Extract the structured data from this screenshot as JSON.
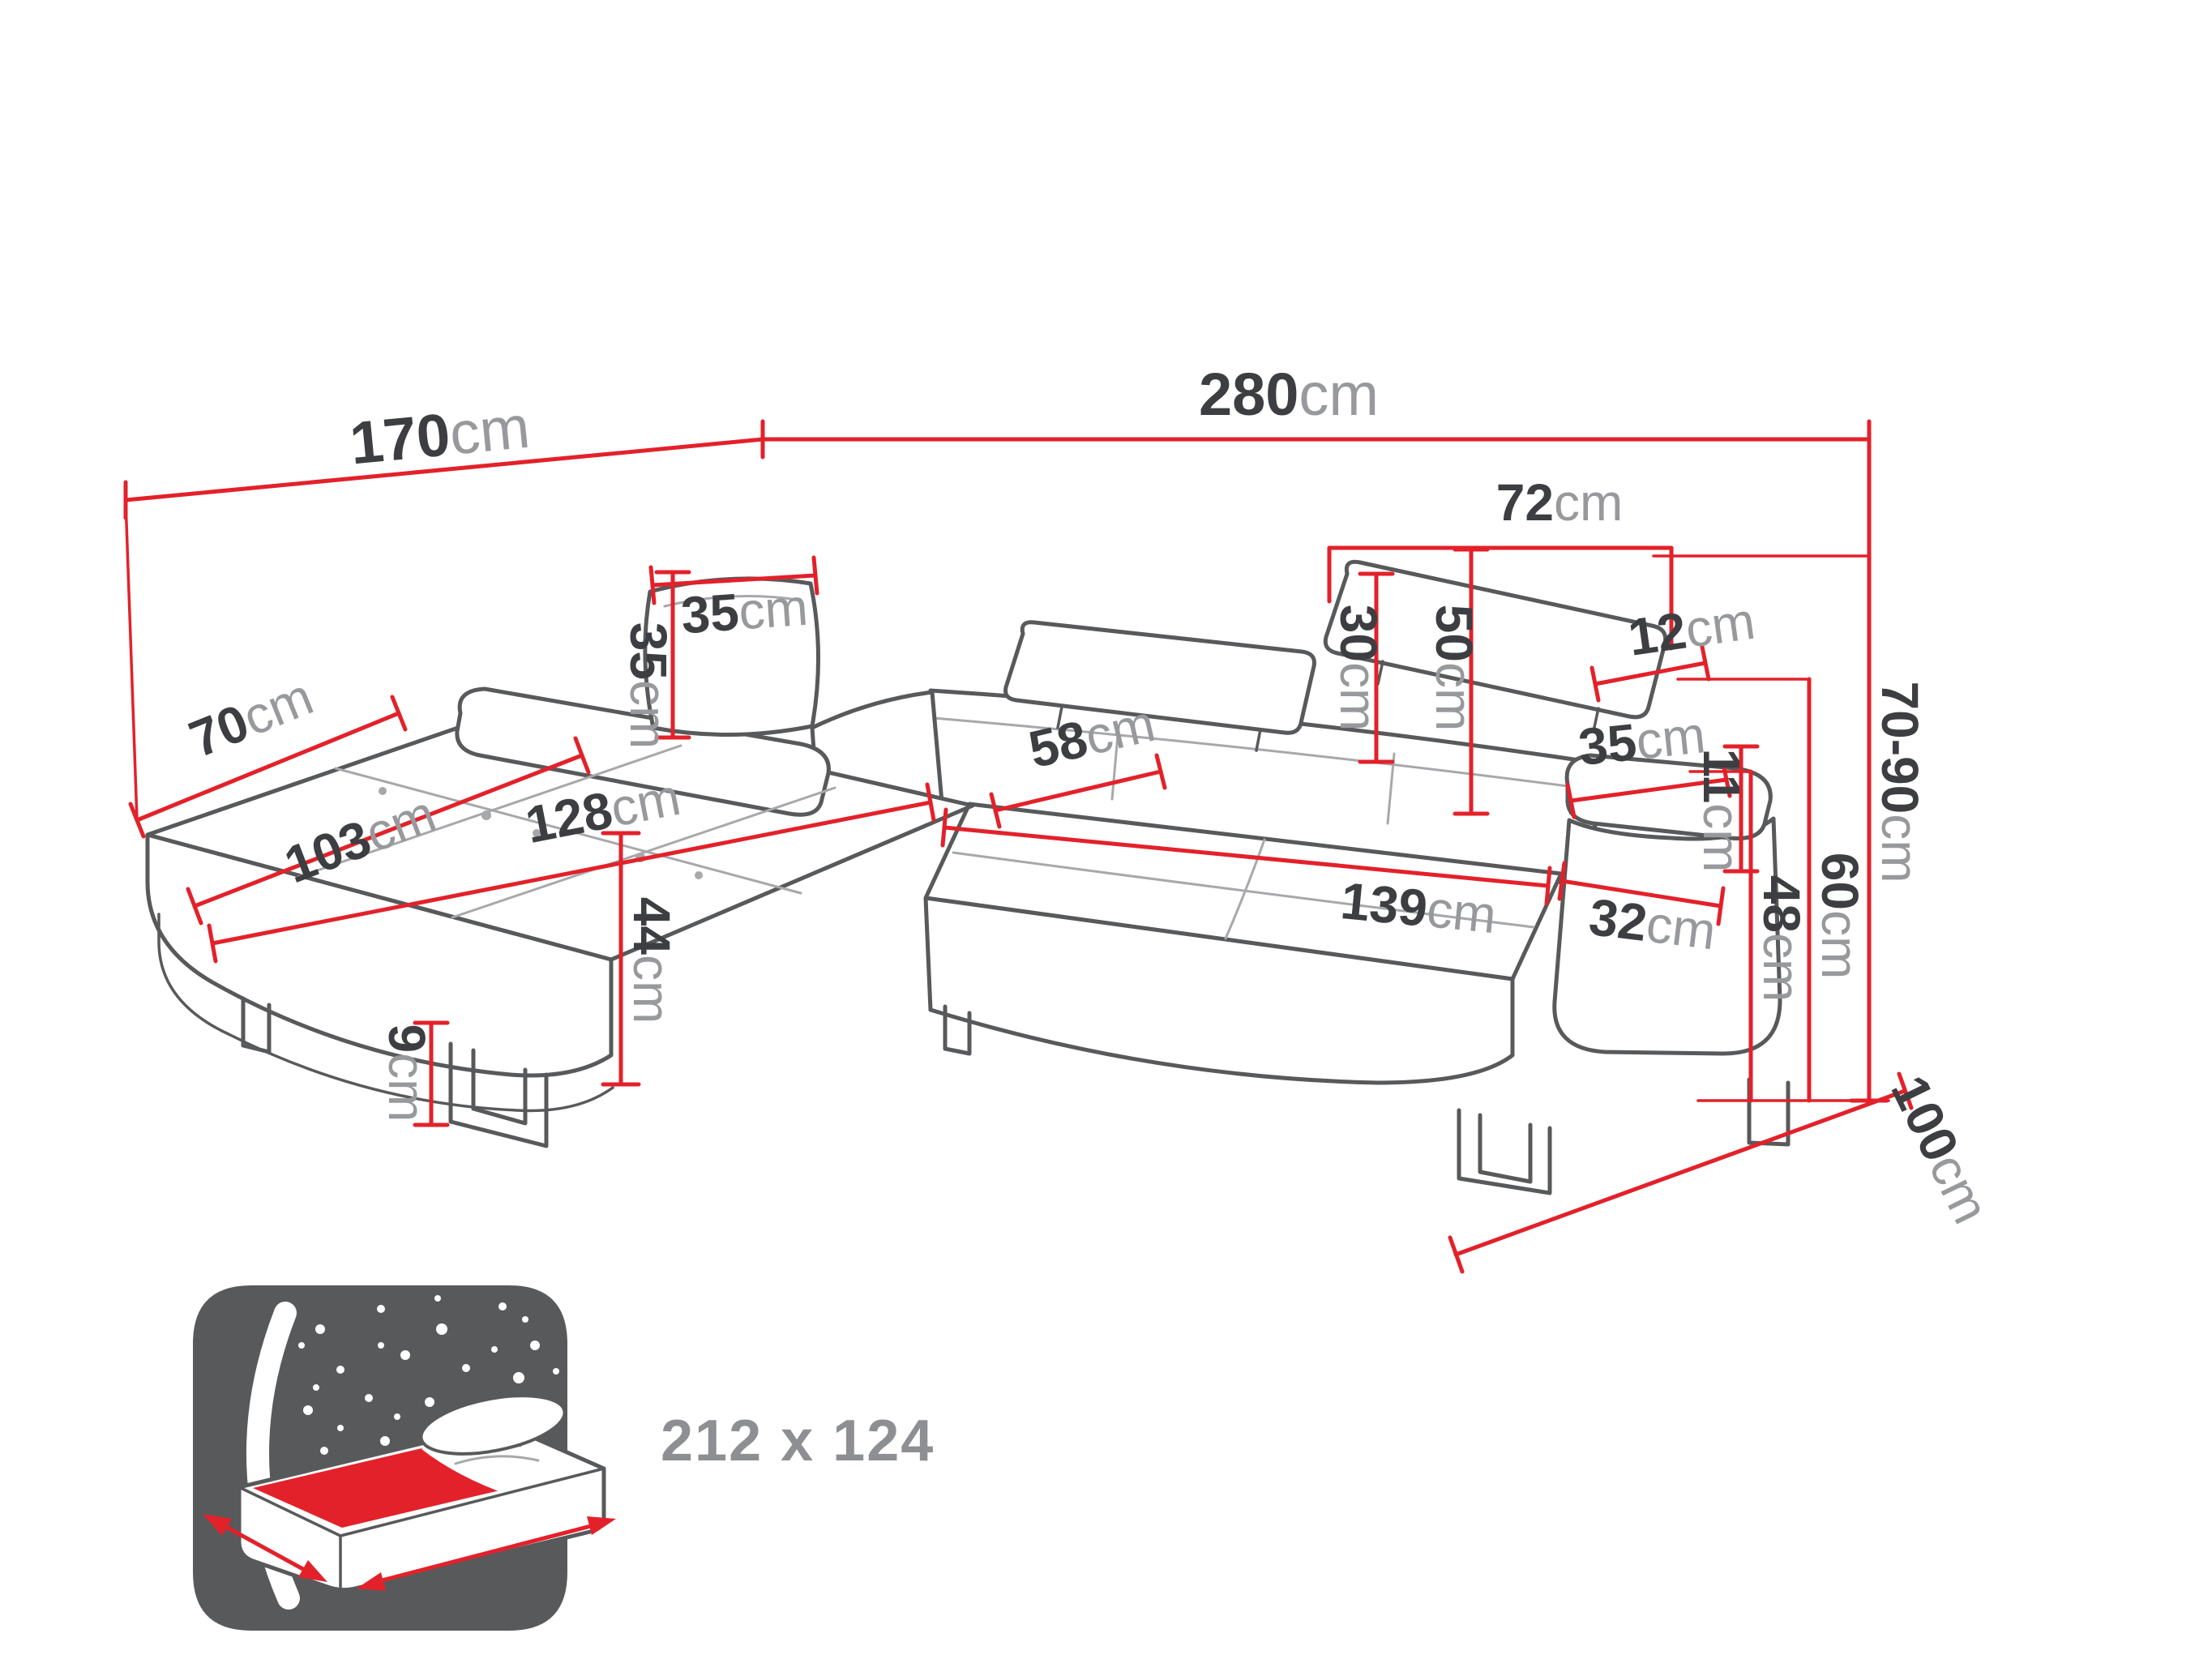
{
  "colors": {
    "dimension_red": "#e3212a",
    "sofa_line_gray": "#58595b",
    "value_text": "#3d3e42",
    "unit_text": "#97999c",
    "bed_icon_dark": "#58595b",
    "mattress_red": "#e3212a"
  },
  "icons": {
    "sleep_function_icon": "sofa-bed-with-starry-blanket"
  },
  "dims": {
    "w170": {
      "value": "170",
      "unit": "cm"
    },
    "w280": {
      "value": "280",
      "unit": "cm"
    },
    "w72": {
      "value": "72",
      "unit": "cm"
    },
    "t12": {
      "value": "12",
      "unit": "cm"
    },
    "pillow_w35": {
      "value": "35",
      "unit": "cm"
    },
    "pillow_h35": {
      "value": "35",
      "unit": "cm"
    },
    "h30": {
      "value": "30",
      "unit": "cm"
    },
    "h50": {
      "value": "50",
      "unit": "cm"
    },
    "w70": {
      "value": "70",
      "unit": "cm"
    },
    "w103": {
      "value": "103",
      "unit": "cm"
    },
    "w128": {
      "value": "128",
      "unit": "cm"
    },
    "d58": {
      "value": "58",
      "unit": "cm"
    },
    "h44": {
      "value": "44",
      "unit": "cm"
    },
    "h9": {
      "value": "9",
      "unit": "cm"
    },
    "w139": {
      "value": "139",
      "unit": "cm"
    },
    "arm_w35": {
      "value": "35",
      "unit": "cm"
    },
    "arm_w32": {
      "value": "32",
      "unit": "cm"
    },
    "arm_h11": {
      "value": "11",
      "unit": "cm"
    },
    "h48": {
      "value": "48",
      "unit": "cm"
    },
    "h60": {
      "value": "60",
      "unit": "cm"
    },
    "h7090": {
      "value": "70-90",
      "unit": "cm"
    },
    "d100": {
      "value": "100",
      "unit": "cm"
    }
  },
  "sleeping_area": {
    "label": "212 x 124"
  }
}
